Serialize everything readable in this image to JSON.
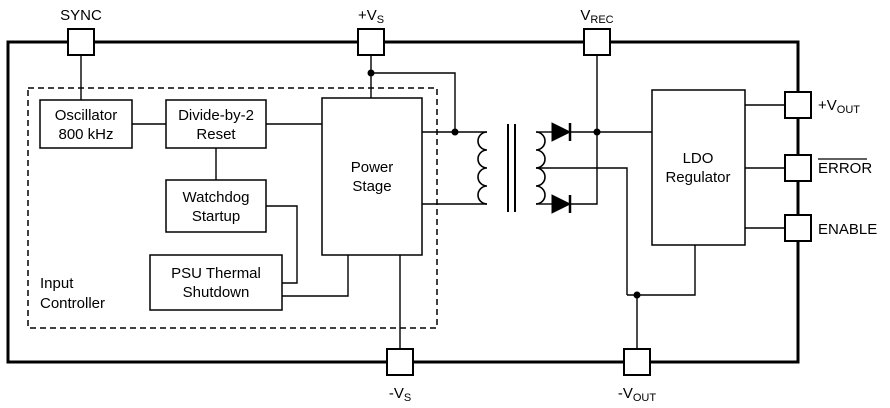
{
  "pins": {
    "sync": {
      "label": "SYNC"
    },
    "vs_plus": {
      "base": "+V",
      "sub": "S"
    },
    "vrec": {
      "base": "V",
      "sub": "REC"
    },
    "vs_minus": {
      "base": "-V",
      "sub": "S"
    },
    "vout_minus": {
      "base": "-V",
      "sub": "OUT"
    },
    "vout_plus": {
      "base": "+V",
      "sub": "OUT"
    },
    "error": {
      "label": "ERROR"
    },
    "enable": {
      "label": "ENABLE"
    }
  },
  "blocks": {
    "oscillator": {
      "line1": "Oscillator",
      "line2": "800 kHz"
    },
    "divide_by_2": {
      "line1": "Divide-by-2",
      "line2": "Reset"
    },
    "watchdog": {
      "line1": "Watchdog",
      "line2": "Startup"
    },
    "psu_thermal": {
      "line1": "PSU Thermal",
      "line2": "Shutdown"
    },
    "power_stage": {
      "line1": "Power",
      "line2": "Stage"
    },
    "ldo": {
      "line1": "LDO",
      "line2": "Regulator"
    },
    "input_controller": {
      "line1": "Input",
      "line2": "Controller"
    }
  },
  "colors": {
    "line": "#000000",
    "background": "#ffffff"
  }
}
